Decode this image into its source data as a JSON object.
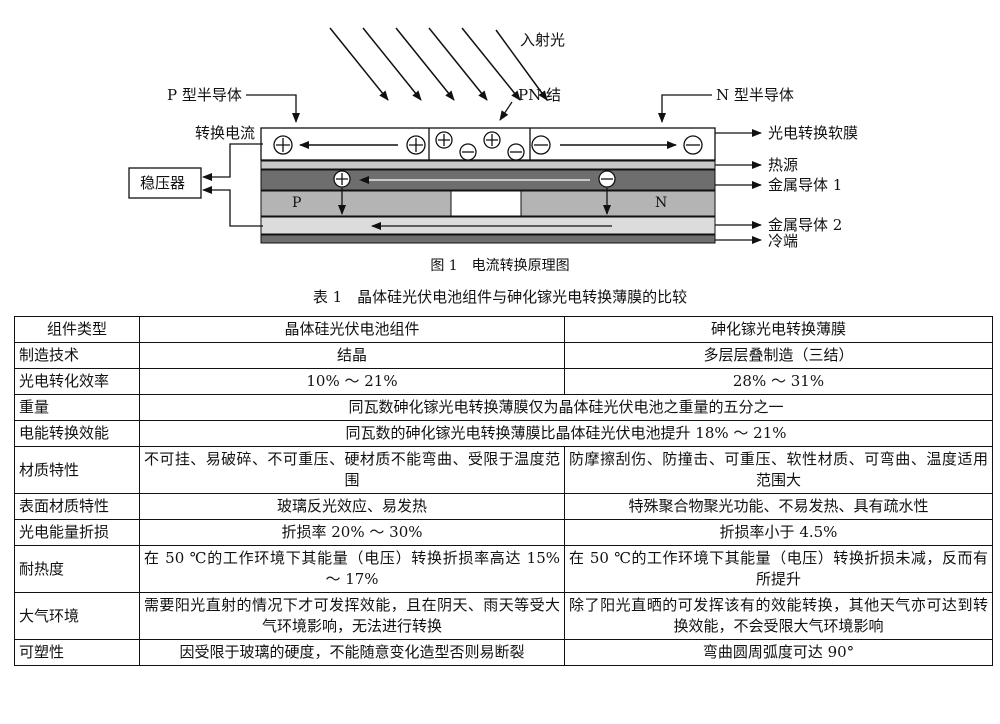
{
  "figure": {
    "labels": {
      "incident_light": "入射光",
      "p_semiconductor": "P 型半导体",
      "pn_junction": "PN 结",
      "n_semiconductor": "N 型半导体",
      "conversion_current": "转换电流",
      "regulator": "稳压器",
      "pv_film": "光电转换软膜",
      "heat_source": "热源",
      "metal_conductor_1": "金属导体 1",
      "metal_conductor_2": "金属导体 2",
      "cold_end": "冷端",
      "p_region": "P",
      "n_region": "N"
    },
    "caption": "图 1　电流转换原理图"
  },
  "table": {
    "caption": "表 1　晶体硅光伏电池组件与砷化镓光电转换薄膜的比较",
    "headers": [
      "组件类型",
      "晶体硅光伏电池组件",
      "砷化镓光电转换薄膜"
    ],
    "rows": [
      {
        "label": "制造技术",
        "a": "结晶",
        "b": "多层层叠制造（三结）"
      },
      {
        "label": "光电转化效率",
        "a": "10% ～ 21%",
        "b": "28% ～ 31%"
      },
      {
        "label": "重量",
        "merged": "同瓦数砷化镓光电转换薄膜仅为晶体硅光伏电池之重量的五分之一"
      },
      {
        "label": "电能转换效能",
        "merged": "同瓦数的砷化镓光电转换薄膜比晶体硅光伏电池提升 18% ～ 21%"
      },
      {
        "label": "材质特性",
        "a": "不可挂、易破碎、不可重压、硬材质不能弯曲、受限于温度范围",
        "b": "防摩擦刮伤、防撞击、可重压、软性材质、可弯曲、温度适用范围大"
      },
      {
        "label": "表面材质特性",
        "a": "玻璃反光效应、易发热",
        "b": "特殊聚合物聚光功能、不易发热、具有疏水性"
      },
      {
        "label": "光电能量折损",
        "a": "折损率 20% ～ 30%",
        "b": "折损率小于 4.5%"
      },
      {
        "label": "耐热度",
        "a": "在 50 ℃的工作环境下其能量（电压）转换折损率高达 15% ～ 17%",
        "b": "在 50 ℃的工作环境下其能量（电压）转换折损未减，反而有所提升"
      },
      {
        "label": "大气环境",
        "a": "需要阳光直射的情况下才可发挥效能，且在阴天、雨天等受大气环境影响，无法进行转换",
        "b": "除了阳光直晒的可发挥该有的效能转换，其他天气亦可达到转换效能，不会受限大气环境影响"
      },
      {
        "label": "可塑性",
        "a": "因受限于玻璃的硬度，不能随意变化造型否则易断裂",
        "b": "弯曲圆周弧度可达 90°"
      }
    ]
  }
}
